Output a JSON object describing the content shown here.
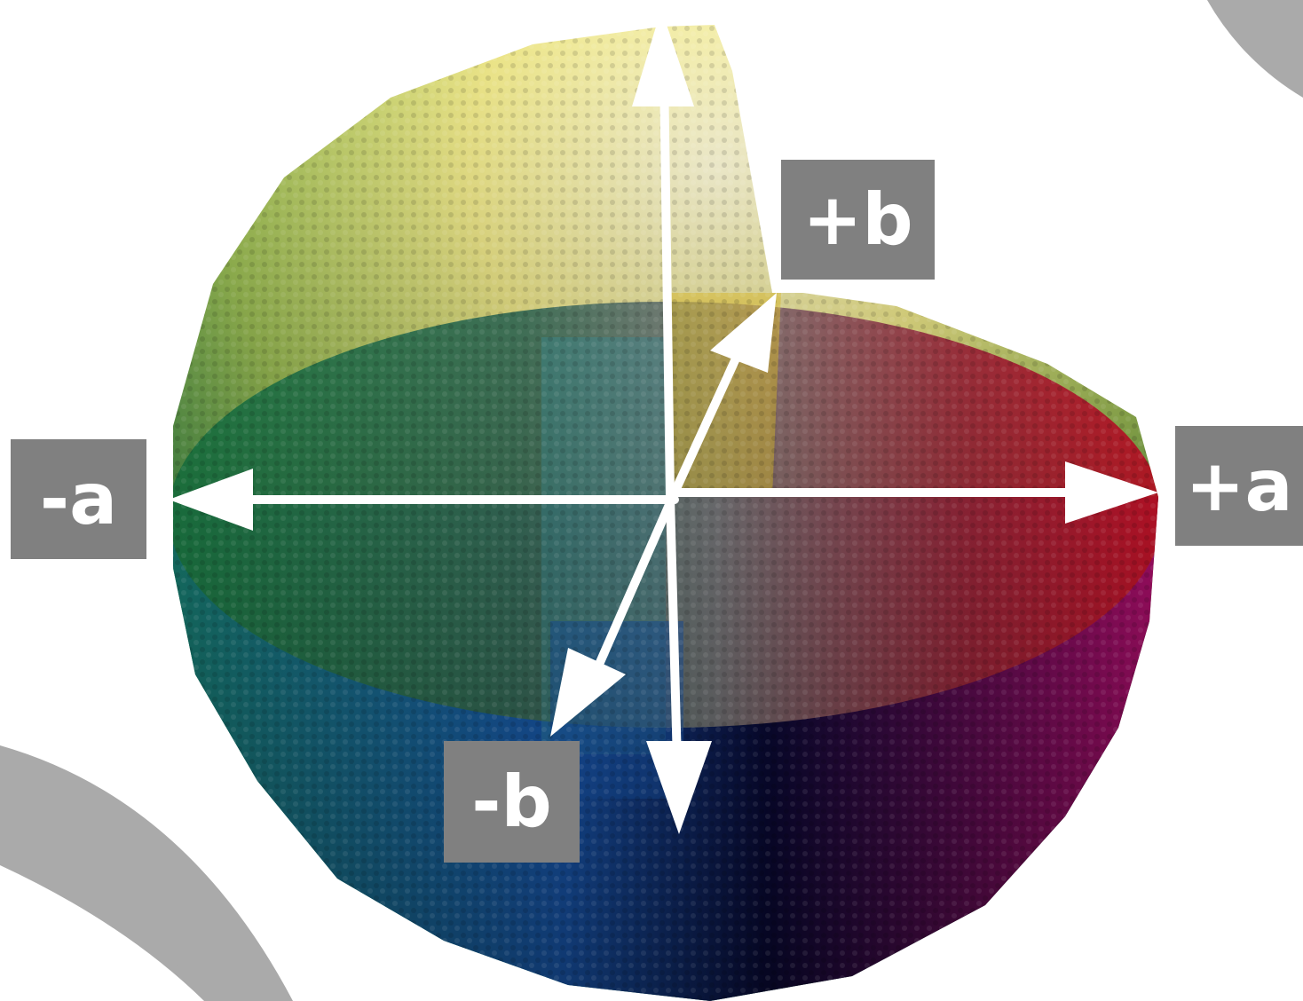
{
  "axes": {
    "plus_b": "+b",
    "minus_a": "-a",
    "plus_a": "+a",
    "minus_b": "-b"
  },
  "colors": {
    "label_bg": "#808080",
    "arrow": "#ffffff",
    "arc": "#aaaaaa",
    "hue_red": "#e0152a",
    "hue_yellow": "#f4e24a",
    "hue_green": "#1f8a4a",
    "hue_blue": "#1c64c8",
    "hue_magenta": "#c8107a",
    "bottom_navy": "#0a0a3c"
  }
}
